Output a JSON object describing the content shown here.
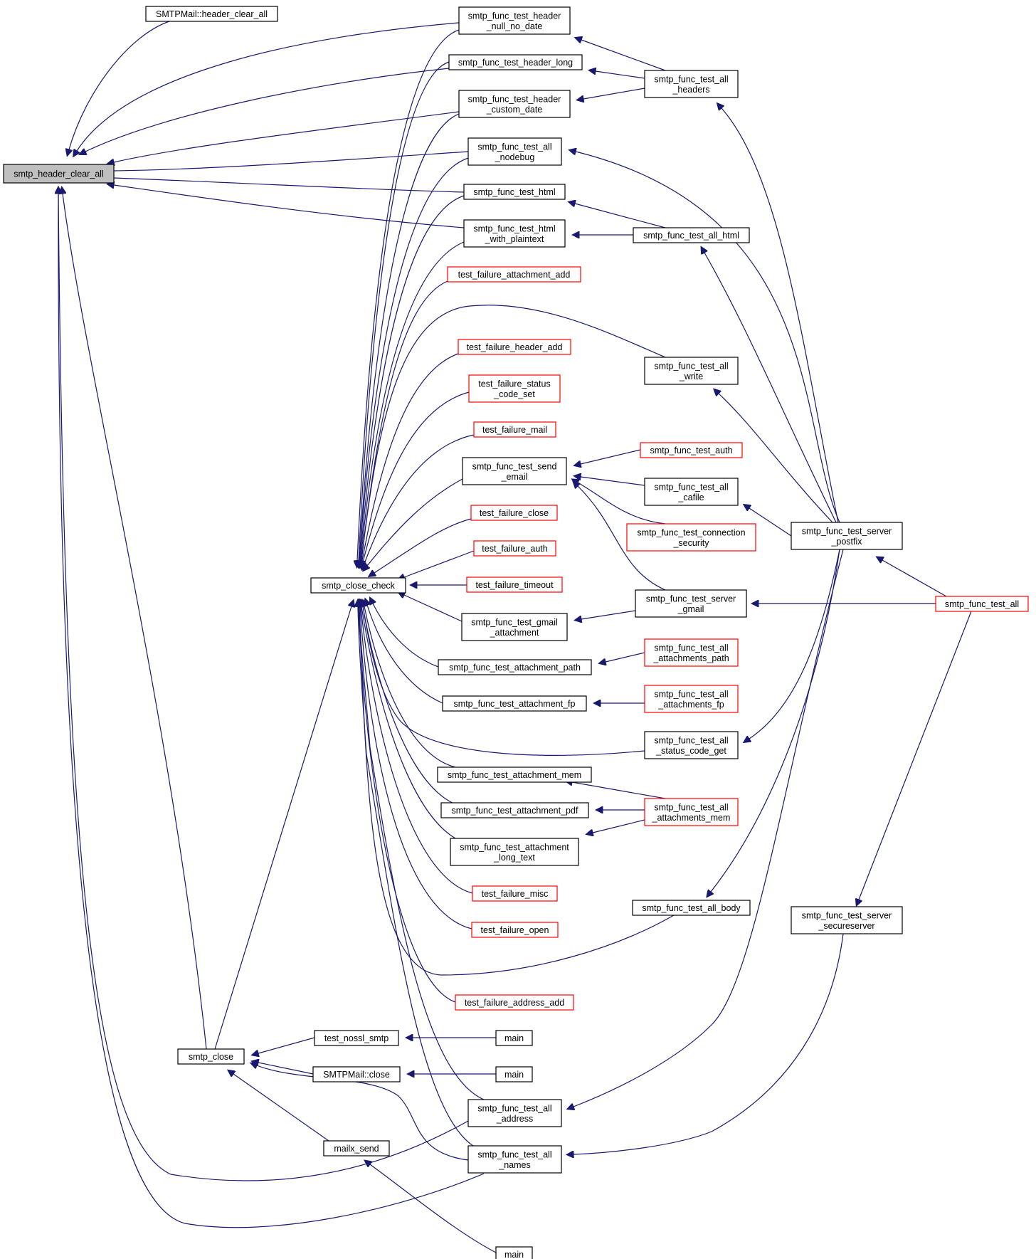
{
  "graph": {
    "colors": {
      "edge": "#191970",
      "arrow": "#191970",
      "node_border": "#000000",
      "link_border": "#ff0000",
      "focus_fill": "#bfbfbf"
    },
    "nodes": [
      {
        "id": "header_clear_all",
        "lines": [
          "smtp_header_clear_all"
        ],
        "style": "focus"
      },
      {
        "id": "smtpmail_header_clear_all",
        "lines": [
          "SMTPMail::header_clear_all"
        ],
        "style": "black"
      },
      {
        "id": "smtp_close_check",
        "lines": [
          "smtp_close_check"
        ],
        "style": "black"
      },
      {
        "id": "smtp_close",
        "lines": [
          "smtp_close"
        ],
        "style": "black"
      },
      {
        "id": "test_header_null_no_date",
        "lines": [
          "smtp_func_test_header",
          "_null_no_date"
        ],
        "style": "black"
      },
      {
        "id": "test_header_long",
        "lines": [
          "smtp_func_test_header_long"
        ],
        "style": "black"
      },
      {
        "id": "test_header_custom_date",
        "lines": [
          "smtp_func_test_header",
          "_custom_date"
        ],
        "style": "black"
      },
      {
        "id": "test_all_nodebug",
        "lines": [
          "smtp_func_test_all",
          "_nodebug"
        ],
        "style": "black"
      },
      {
        "id": "test_html",
        "lines": [
          "smtp_func_test_html"
        ],
        "style": "black"
      },
      {
        "id": "test_html_with_plaintext",
        "lines": [
          "smtp_func_test_html",
          "_with_plaintext"
        ],
        "style": "black"
      },
      {
        "id": "failure_attachment_add",
        "lines": [
          "test_failure_attachment_add"
        ],
        "style": "red"
      },
      {
        "id": "failure_header_add",
        "lines": [
          "test_failure_header_add"
        ],
        "style": "red"
      },
      {
        "id": "failure_status_code_set",
        "lines": [
          "test_failure_status",
          "_code_set"
        ],
        "style": "red"
      },
      {
        "id": "failure_mail",
        "lines": [
          "test_failure_mail"
        ],
        "style": "red"
      },
      {
        "id": "test_send_email",
        "lines": [
          "smtp_func_test_send",
          "_email"
        ],
        "style": "black"
      },
      {
        "id": "failure_close",
        "lines": [
          "test_failure_close"
        ],
        "style": "red"
      },
      {
        "id": "failure_auth",
        "lines": [
          "test_failure_auth"
        ],
        "style": "red"
      },
      {
        "id": "failure_timeout",
        "lines": [
          "test_failure_timeout"
        ],
        "style": "red"
      },
      {
        "id": "test_gmail_attachment",
        "lines": [
          "smtp_func_test_gmail",
          "_attachment"
        ],
        "style": "black"
      },
      {
        "id": "test_attachment_path",
        "lines": [
          "smtp_func_test_attachment_path"
        ],
        "style": "black"
      },
      {
        "id": "test_attachment_fp",
        "lines": [
          "smtp_func_test_attachment_fp"
        ],
        "style": "black"
      },
      {
        "id": "test_attachment_mem",
        "lines": [
          "smtp_func_test_attachment_mem"
        ],
        "style": "black"
      },
      {
        "id": "test_attachment_pdf",
        "lines": [
          "smtp_func_test_attachment_pdf"
        ],
        "style": "black"
      },
      {
        "id": "test_attachment_long_text",
        "lines": [
          "smtp_func_test_attachment",
          "_long_text"
        ],
        "style": "black"
      },
      {
        "id": "failure_misc",
        "lines": [
          "test_failure_misc"
        ],
        "style": "red"
      },
      {
        "id": "failure_open",
        "lines": [
          "test_failure_open"
        ],
        "style": "red"
      },
      {
        "id": "failure_address_add",
        "lines": [
          "test_failure_address_add"
        ],
        "style": "red"
      },
      {
        "id": "test_nossl_smtp",
        "lines": [
          "test_nossl_smtp"
        ],
        "style": "black"
      },
      {
        "id": "smtpmail_close",
        "lines": [
          "SMTPMail::close"
        ],
        "style": "black"
      },
      {
        "id": "mailx_send",
        "lines": [
          "mailx_send"
        ],
        "style": "black"
      },
      {
        "id": "test_all_address",
        "lines": [
          "smtp_func_test_all",
          "_address"
        ],
        "style": "black"
      },
      {
        "id": "test_all_names",
        "lines": [
          "smtp_func_test_all",
          "_names"
        ],
        "style": "black"
      },
      {
        "id": "main_1",
        "lines": [
          "main"
        ],
        "style": "black"
      },
      {
        "id": "main_2",
        "lines": [
          "main"
        ],
        "style": "black"
      },
      {
        "id": "main_3",
        "lines": [
          "main"
        ],
        "style": "black"
      },
      {
        "id": "test_all_headers",
        "lines": [
          "smtp_func_test_all",
          "_headers"
        ],
        "style": "black"
      },
      {
        "id": "test_all_html",
        "lines": [
          "smtp_func_test_all_html"
        ],
        "style": "black"
      },
      {
        "id": "test_all_write",
        "lines": [
          "smtp_func_test_all",
          "_write"
        ],
        "style": "black"
      },
      {
        "id": "test_auth",
        "lines": [
          "smtp_func_test_auth"
        ],
        "style": "red"
      },
      {
        "id": "test_all_cafile",
        "lines": [
          "smtp_func_test_all",
          "_cafile"
        ],
        "style": "black"
      },
      {
        "id": "test_connection_security",
        "lines": [
          "smtp_func_test_connection",
          "_security"
        ],
        "style": "red"
      },
      {
        "id": "test_server_gmail",
        "lines": [
          "smtp_func_test_server",
          "_gmail"
        ],
        "style": "black"
      },
      {
        "id": "test_all_attachments_path",
        "lines": [
          "smtp_func_test_all",
          "_attachments_path"
        ],
        "style": "red"
      },
      {
        "id": "test_all_attachments_fp",
        "lines": [
          "smtp_func_test_all",
          "_attachments_fp"
        ],
        "style": "red"
      },
      {
        "id": "test_all_status_code_get",
        "lines": [
          "smtp_func_test_all",
          "_status_code_get"
        ],
        "style": "black"
      },
      {
        "id": "test_all_attachments_mem",
        "lines": [
          "smtp_func_test_all",
          "_attachments_mem"
        ],
        "style": "red"
      },
      {
        "id": "test_all_body",
        "lines": [
          "smtp_func_test_all_body"
        ],
        "style": "black"
      },
      {
        "id": "test_server_postfix",
        "lines": [
          "smtp_func_test_server",
          "_postfix"
        ],
        "style": "black"
      },
      {
        "id": "test_server_secureserver",
        "lines": [
          "smtp_func_test_server",
          "_secureserver"
        ],
        "style": "black"
      },
      {
        "id": "test_all",
        "lines": [
          "smtp_func_test_all"
        ],
        "style": "red"
      }
    ]
  }
}
